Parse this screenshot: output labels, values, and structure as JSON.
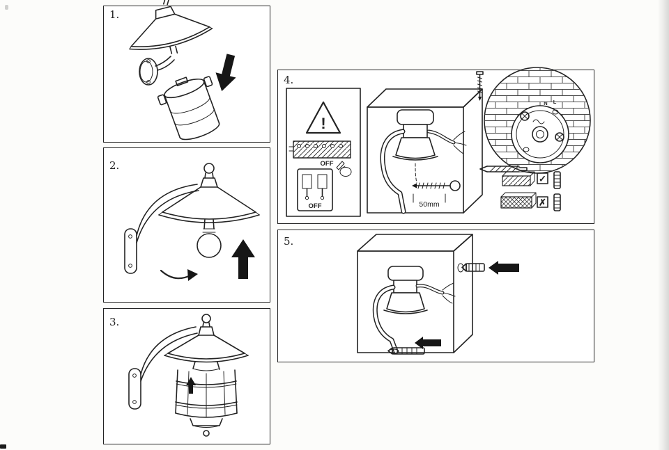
{
  "sheet": {
    "background": "#fcfcfa",
    "ink": "#232323"
  },
  "panels": {
    "p1": {
      "label": "1."
    },
    "p2": {
      "label": "2."
    },
    "p3": {
      "label": "3."
    },
    "p4": {
      "label": "4.",
      "warning_mark": "!",
      "strip_off_label": "OFF",
      "switch_off_label": "OFF",
      "screw_length_label": "50mm",
      "terminal_neutral": "N",
      "terminal_live": "L",
      "correct_mark": "✓",
      "wrong_mark": "✗"
    },
    "p5": {
      "label": "5."
    }
  }
}
